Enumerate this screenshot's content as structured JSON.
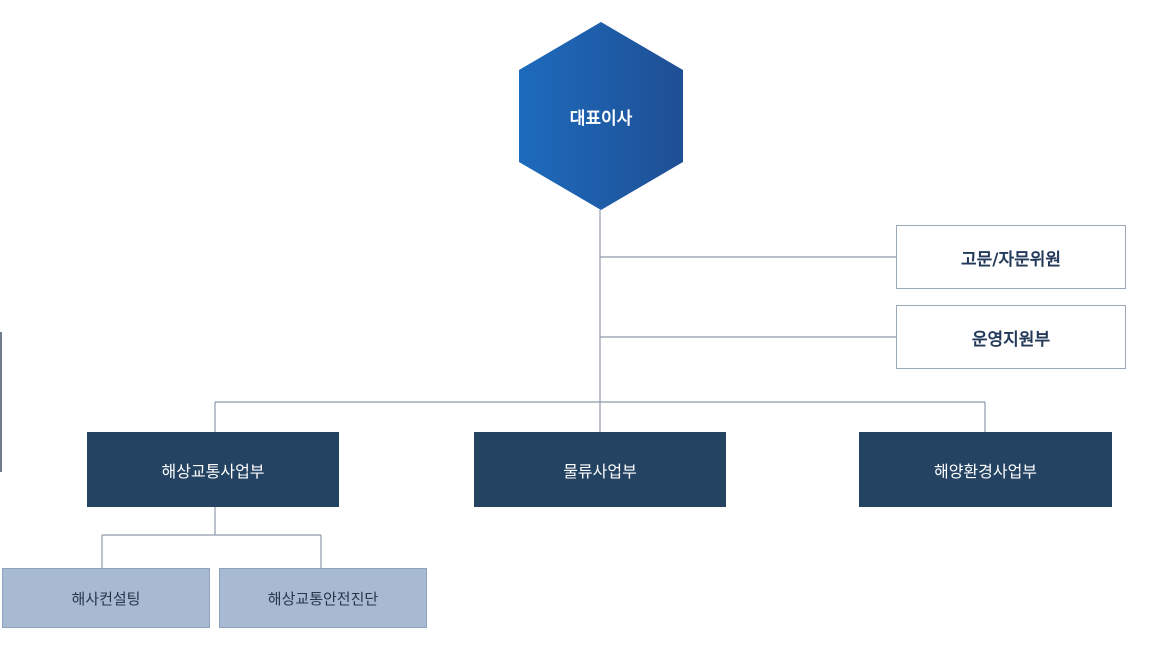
{
  "org_chart": {
    "ceo": {
      "label": "대표이사"
    },
    "staff": [
      {
        "label": "고문/자문위원"
      },
      {
        "label": "운영지원부"
      }
    ],
    "departments": [
      {
        "label": "해상교통사업부"
      },
      {
        "label": "물류사업부"
      },
      {
        "label": "해양환경사업부"
      }
    ],
    "teams": [
      {
        "label": "해사컨설팅"
      },
      {
        "label": "해상교통안전진단"
      }
    ]
  },
  "colors": {
    "ceo_gradient_start": "#1d6bbd",
    "ceo_gradient_end": "#1f4f94",
    "department": "#244363",
    "team": "#a8bad1",
    "connector": "#8f9bab",
    "staff_border": "#9aa8b8"
  }
}
